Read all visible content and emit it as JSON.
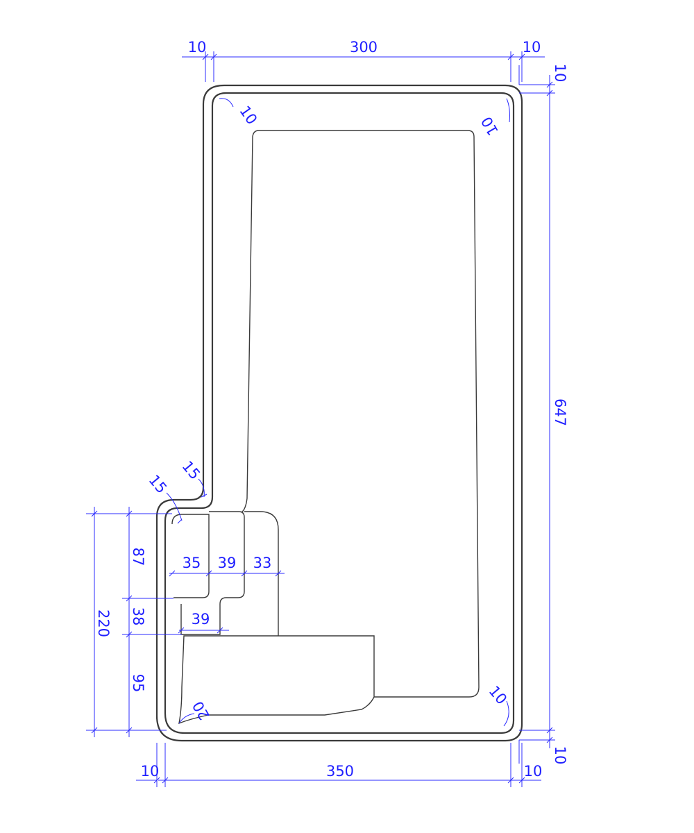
{
  "colors": {
    "outline": "#3a3a3a",
    "dimension": "#2b2bff"
  },
  "dimensions": {
    "top_left_margin": "10",
    "top_width": "300",
    "top_right_margin": "10",
    "right_top_margin": "10",
    "overall_height": "647",
    "bottom_left_margin": "10",
    "bottom_width": "350",
    "bottom_right_margin": "10",
    "right_bottom_margin": "10",
    "seat_height": "220",
    "step_upper": "87",
    "step_middle": "38",
    "step_lower": "95",
    "step_width_a": "35",
    "step_width_b": "39",
    "step_width_c": "33",
    "step_width_d": "39"
  },
  "radii": {
    "top_left": "10",
    "top_right": "10",
    "bottom_right": "10",
    "bottom_left": "20",
    "notch_outer": "15",
    "notch_inner": "15"
  }
}
